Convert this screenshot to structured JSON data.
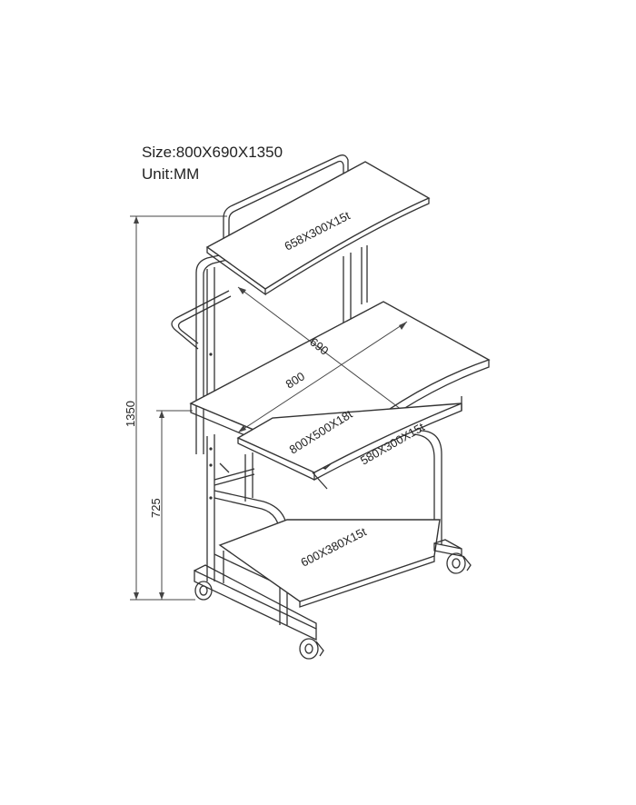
{
  "header": {
    "size_line": "Size:800X690X1350",
    "unit_line": "Unit:MM"
  },
  "dimensions": {
    "total_height": "1350",
    "desk_height": "725",
    "width": "800",
    "depth": "690"
  },
  "panels": {
    "top_shelf": "658X300X15t",
    "desk_top": "800X500X18t",
    "keyboard_tray": "580X300X15t",
    "bottom_shelf": "600X380X15t"
  }
}
